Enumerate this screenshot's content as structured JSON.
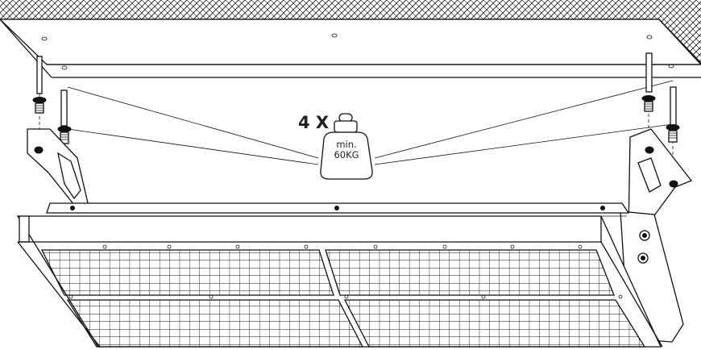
{
  "diagram": {
    "quantity_label": "4 X",
    "weight_label_line1": "min.",
    "weight_label_line2": "60KG",
    "colors": {
      "line": "#111111",
      "background": "#ffffff"
    },
    "icons": [
      "ceiling-hatch",
      "anchor-bolt-icon",
      "weight-icon",
      "led-panel-fixture"
    ]
  }
}
